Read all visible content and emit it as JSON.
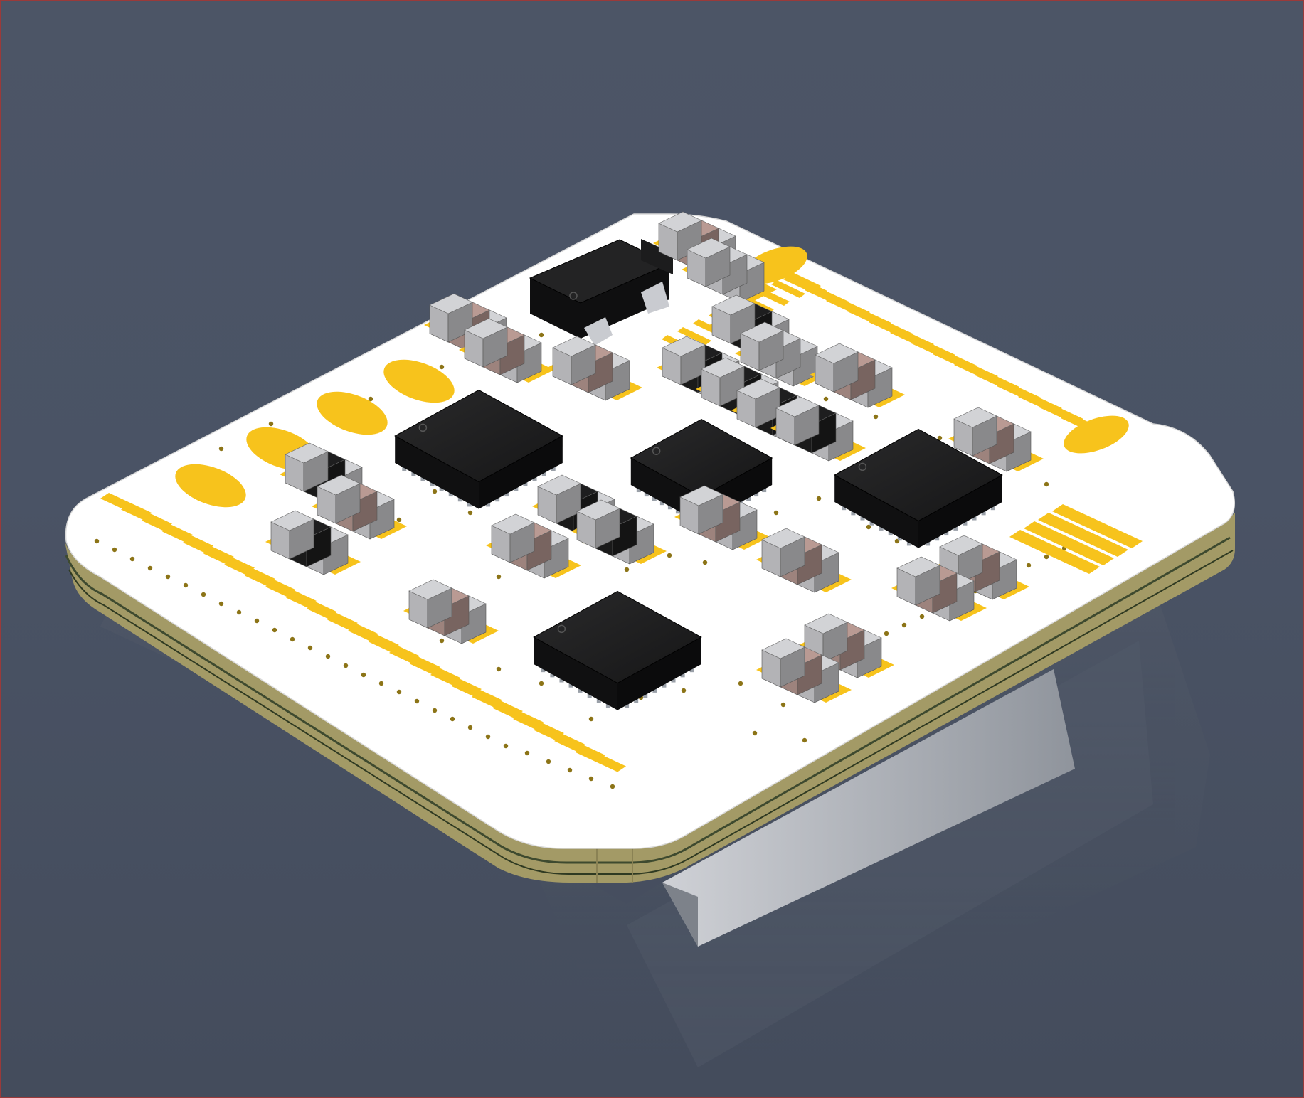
{
  "viewport": {
    "background_top": "#4c5566",
    "background_bottom": "#444c5c",
    "border_color": "#9a3a3a"
  },
  "board": {
    "shape": "rounded-square-pcb",
    "soldermask_color": "#ffffff",
    "edge_core_color": "#a39a66",
    "edge_inner_layer_color": "#3e4a2f",
    "pad_color": "#f7c31c",
    "via_color": "#8c7417",
    "reflection": true
  },
  "components": {
    "ic_qfn_count": 4,
    "sot_ic_count": 1,
    "passive_capacitor_color": "#b99a93",
    "passive_terminal_color": "#d2d3d6",
    "passive_black_body_color": "#1e1e1f",
    "ic_body_color": "#1b1b1c"
  },
  "text": {}
}
